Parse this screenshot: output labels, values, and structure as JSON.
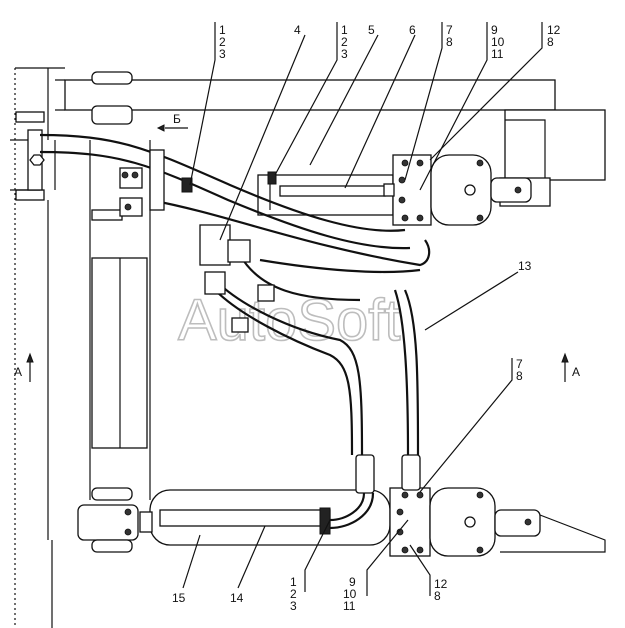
{
  "watermark": "AutoSoft",
  "view_marks": {
    "a_left": "A",
    "a_right": "A",
    "b": "Б"
  },
  "callouts": {
    "c1": [
      "1",
      "2",
      "3"
    ],
    "c4": "4",
    "c2": [
      "1",
      "2",
      "3"
    ],
    "c5": "5",
    "c6": "6",
    "c7": [
      "7",
      "8"
    ],
    "c9": [
      "9",
      "10",
      "11"
    ],
    "c12": [
      "12",
      "8"
    ],
    "c13": "13",
    "c7b": [
      "7",
      "8"
    ],
    "c15": "15",
    "c14": "14",
    "c2b": [
      "1",
      "2",
      "3"
    ],
    "c9b": [
      "9",
      "10",
      "11"
    ],
    "c12b": [
      "12",
      "8"
    ]
  }
}
